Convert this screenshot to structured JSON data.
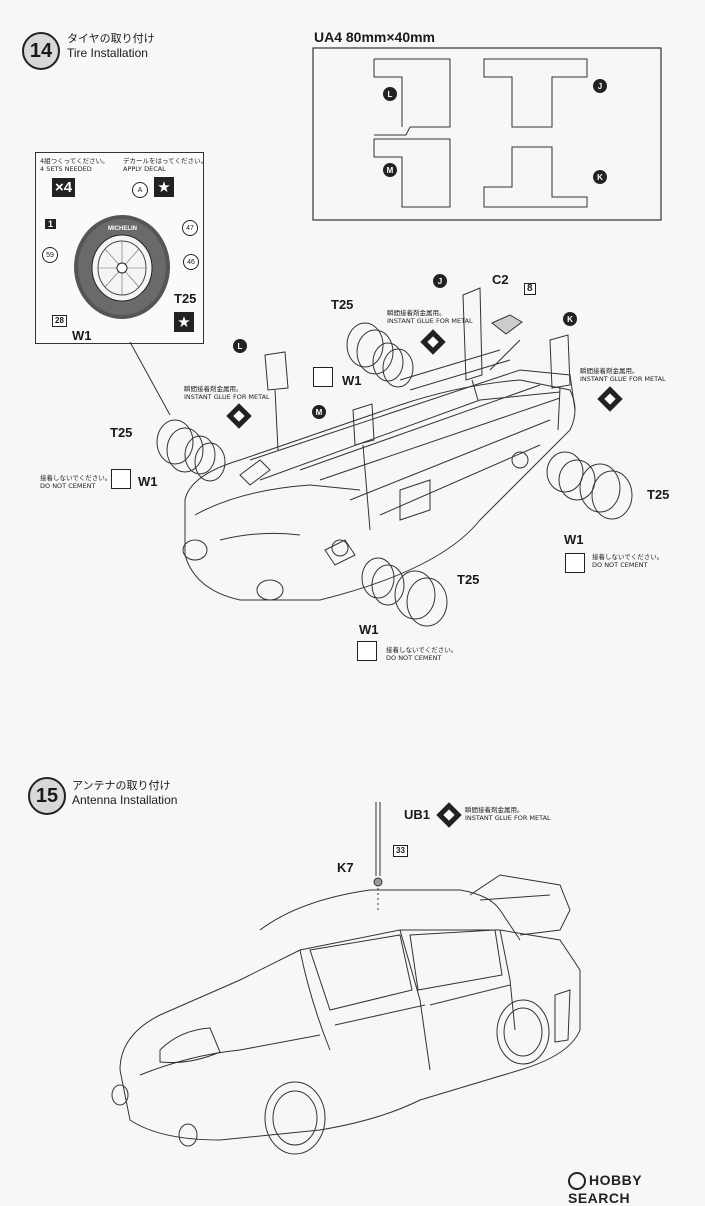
{
  "step14": {
    "number": "14",
    "title_jp": "タイヤの取り付け",
    "title_en": "Tire Installation",
    "decal_sheet": {
      "title": "UA4  80mm×40mm",
      "labels": [
        "L",
        "J",
        "M",
        "K"
      ]
    },
    "inset": {
      "needed_jp": "4組つくってください。",
      "needed_en": "4 SETS NEEDED",
      "decal_jp": "デカールをはってください。",
      "decal_en": "APPLY DECAL",
      "multiplier": "×4",
      "tire_text": "MICHELIN",
      "parts": [
        "A",
        "1",
        "47",
        "59",
        "46",
        "28",
        "T25",
        "W1"
      ]
    },
    "labels": {
      "t25": "T25",
      "w1": "W1",
      "c2": "C2",
      "p8": "8",
      "j": "J",
      "k": "K",
      "l": "L",
      "m": "M"
    },
    "glue_jp": "瞬間接着剤金属用。",
    "glue_en": "INSTANT GLUE FOR METAL",
    "nocement_jp": "接着しないでください。",
    "nocement_en": "DO NOT CEMENT"
  },
  "step15": {
    "number": "15",
    "title_jp": "アンテナの取り付け",
    "title_en": "Antenna Installation",
    "labels": {
      "ub1": "UB1",
      "p33": "33",
      "k7": "K7"
    },
    "glue_jp": "瞬間接着剤金属用。",
    "glue_en": "INSTANT GLUE FOR METAL"
  },
  "watermark": "HOBBY SEARCH"
}
